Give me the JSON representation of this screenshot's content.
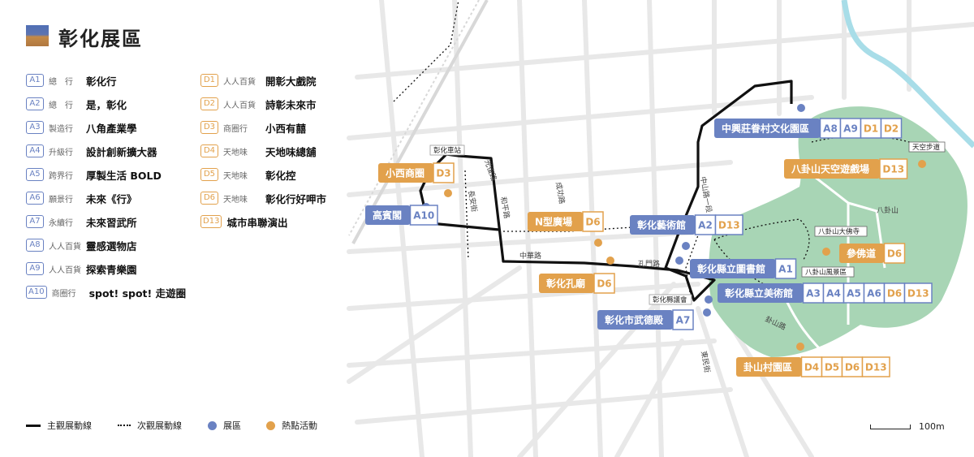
{
  "title": "彰化展區",
  "legend_left": [
    {
      "code": "A1",
      "cat": "總　行",
      "name": "彰化行"
    },
    {
      "code": "A2",
      "cat": "總　行",
      "name": "是，彰化"
    },
    {
      "code": "A3",
      "cat": "製造行",
      "name": "八角產業學"
    },
    {
      "code": "A4",
      "cat": "升級行",
      "name": "設計創新擴大器"
    },
    {
      "code": "A5",
      "cat": "跨界行",
      "name": "厚製生活 BOLD"
    },
    {
      "code": "A6",
      "cat": "願景行",
      "name": "未來《行》"
    },
    {
      "code": "A7",
      "cat": "永續行",
      "name": "未來習武所"
    },
    {
      "code": "A8",
      "cat": "人人百貨",
      "name": "靈感選物店"
    },
    {
      "code": "A9",
      "cat": "人人百貨",
      "name": "探索青樂園"
    },
    {
      "code": "A10",
      "cat": "商圈行",
      "name": "spot! spot! 走遊圈"
    }
  ],
  "legend_right": [
    {
      "code": "D1",
      "cat": "人人百貨",
      "name": "開彰大戲院"
    },
    {
      "code": "D2",
      "cat": "人人百貨",
      "name": "詩彰未來市"
    },
    {
      "code": "D3",
      "cat": "商圈行",
      "name": "小西有囍"
    },
    {
      "code": "D4",
      "cat": "天地味",
      "name": "天地味總舖"
    },
    {
      "code": "D5",
      "cat": "天地味",
      "name": "彰化控"
    },
    {
      "code": "D6",
      "cat": "天地味",
      "name": "彰化行好呷市"
    },
    {
      "code": "D13",
      "cat": "",
      "name": "城市串聯演出"
    }
  ],
  "bottom_legend": {
    "main_route": "主觀展動線",
    "sub_route": "次觀展動線",
    "exhibit": "展區",
    "hotspot": "熱點活動",
    "scale": "100m"
  },
  "colors": {
    "blue": "#6a82c2",
    "orange": "#e2a14c",
    "green": "#a8d5b5",
    "water": "#a8dde8",
    "road": "#e9e9e9"
  },
  "places": [
    {
      "name": "中興莊眷村文化園區",
      "type": "blue",
      "codes": [
        {
          "c": "A8",
          "t": "a"
        },
        {
          "c": "A9",
          "t": "a"
        },
        {
          "c": "D1",
          "t": "d"
        },
        {
          "c": "D2",
          "t": "d"
        }
      ]
    },
    {
      "name": "八卦山天空遊戲場",
      "type": "orange",
      "codes": [
        {
          "c": "D13",
          "t": "d"
        }
      ]
    },
    {
      "name": "小西商圈",
      "type": "orange",
      "codes": [
        {
          "c": "D3",
          "t": "d"
        }
      ]
    },
    {
      "name": "高賓閣",
      "type": "blue",
      "codes": [
        {
          "c": "A10",
          "t": "a"
        }
      ]
    },
    {
      "name": "N型廣場",
      "type": "orange",
      "codes": [
        {
          "c": "D6",
          "t": "d"
        }
      ]
    },
    {
      "name": "彰化藝術館",
      "type": "blue",
      "codes": [
        {
          "c": "A2",
          "t": "a"
        },
        {
          "c": "D13",
          "t": "d"
        }
      ]
    },
    {
      "name": "參佛道",
      "type": "orange",
      "codes": [
        {
          "c": "D6",
          "t": "d"
        }
      ]
    },
    {
      "name": "彰化縣立圖書館",
      "type": "blue",
      "codes": [
        {
          "c": "A1",
          "t": "a"
        }
      ]
    },
    {
      "name": "彰化孔廟",
      "type": "orange",
      "codes": [
        {
          "c": "D6",
          "t": "d"
        }
      ]
    },
    {
      "name": "彰化縣立美術館",
      "type": "blue",
      "codes": [
        {
          "c": "A3",
          "t": "a"
        },
        {
          "c": "A4",
          "t": "a"
        },
        {
          "c": "A5",
          "t": "a"
        },
        {
          "c": "A6",
          "t": "a"
        },
        {
          "c": "D6",
          "t": "d"
        },
        {
          "c": "D13",
          "t": "d"
        }
      ]
    },
    {
      "name": "彰化市武德殿",
      "type": "blue",
      "codes": [
        {
          "c": "A7",
          "t": "a"
        }
      ]
    },
    {
      "name": "卦山村園區",
      "type": "orange",
      "codes": [
        {
          "c": "D4",
          "t": "d"
        },
        {
          "c": "D5",
          "t": "d"
        },
        {
          "c": "D6",
          "t": "d"
        },
        {
          "c": "D13",
          "t": "d"
        }
      ]
    }
  ],
  "streets": {
    "guangfu": "光復路",
    "changan": "長安街",
    "heping": "和平路",
    "chenggong": "成功路",
    "zhonghua": "中華路",
    "kongmen": "孔門路",
    "zhongshan": "中山路一段",
    "gueishan": "卦山路",
    "dongmin": "東民街",
    "bagua": "八卦山"
  },
  "landmarks": {
    "station": "彰化車站",
    "council": "彰化縣議會",
    "skywalk": "天空步道",
    "buddha": "八卦山大佛寺",
    "scenic": "八卦山風景區"
  }
}
